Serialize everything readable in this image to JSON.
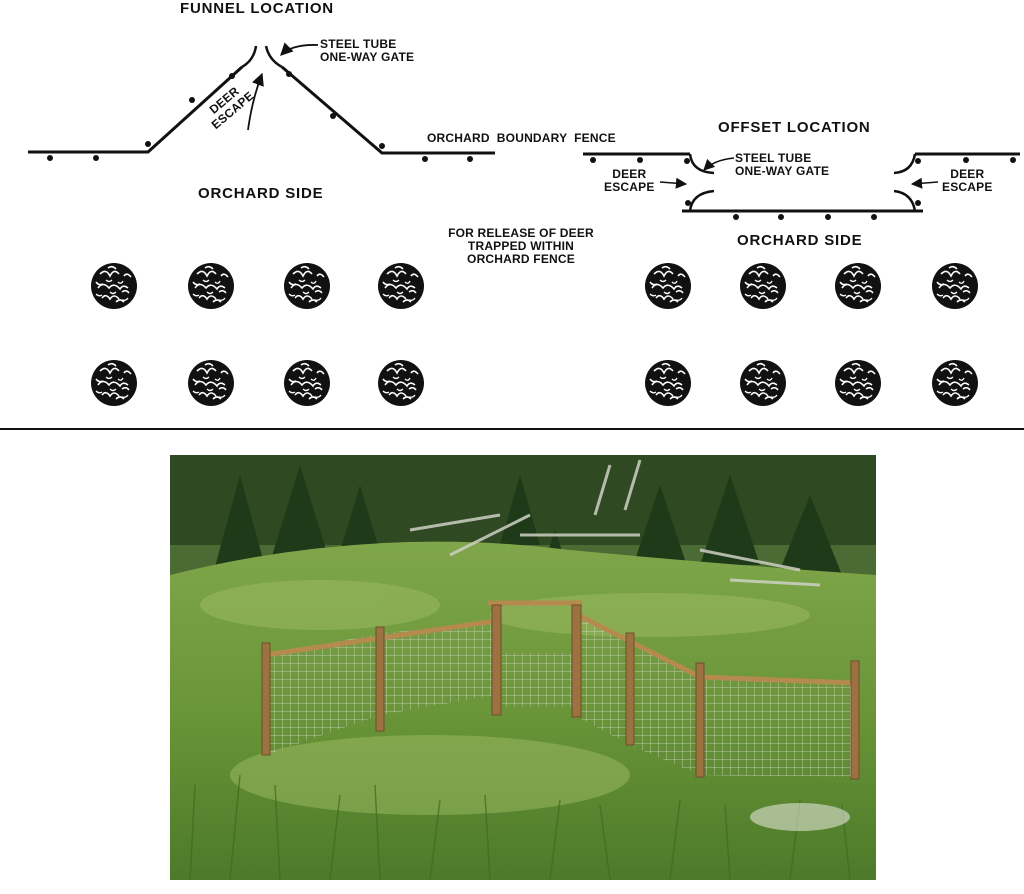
{
  "funnel": {
    "title": "FUNNEL LOCATION",
    "gate_line1": "STEEL TUBE",
    "gate_line2": "ONE-WAY GATE",
    "escape_line1": "DEER",
    "escape_line2": "ESCAPE",
    "side": "ORCHARD SIDE"
  },
  "center": {
    "fence_label": "ORCHARD  BOUNDARY  FENCE",
    "note_line1": "FOR RELEASE OF DEER",
    "note_line2": "TRAPPED WITHIN",
    "note_line3": "ORCHARD FENCE"
  },
  "offset": {
    "title": "OFFSET LOCATION",
    "gate_line1": "STEEL TUBE",
    "gate_line2": "ONE-WAY GATE",
    "escape_left_line1": "DEER",
    "escape_left_line2": "ESCAPE",
    "escape_right_line1": "DEER",
    "escape_right_line2": "ESCAPE",
    "side": "ORCHARD SIDE"
  },
  "colors": {
    "line": "#111111",
    "foliage_dark": "#2a4a22",
    "grass": "#6f9a3e",
    "wood": "#b58a4e",
    "wire": "#c9ccc4"
  }
}
